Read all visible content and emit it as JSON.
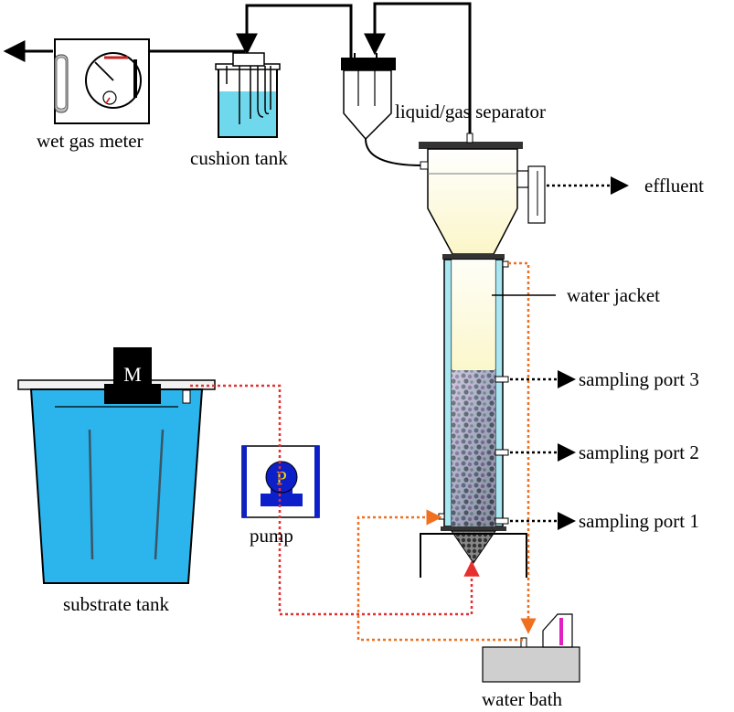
{
  "labels": {
    "wet_gas_meter": "wet gas meter",
    "cushion_tank": "cushion tank",
    "separator": "liquid/gas separator",
    "effluent": "effluent",
    "water_jacket": "water jacket",
    "port3": "sampling port 3",
    "port2": "sampling port 2",
    "port1": "sampling port 1",
    "pump": "pump",
    "substrate_tank": "substrate tank",
    "water_bath": "water bath",
    "motor_letter": "M",
    "pump_letter": "P"
  },
  "colors": {
    "water": "#6FD8EC",
    "substrate_water": "#2BB5EC",
    "reactor_liquid": "#FCFADA",
    "jacket": "#A8E6F0",
    "red_line": "#E53030",
    "orange_line": "#F07020",
    "pump_body": "#0D1FC8",
    "pump_letter": "#F2E000"
  }
}
